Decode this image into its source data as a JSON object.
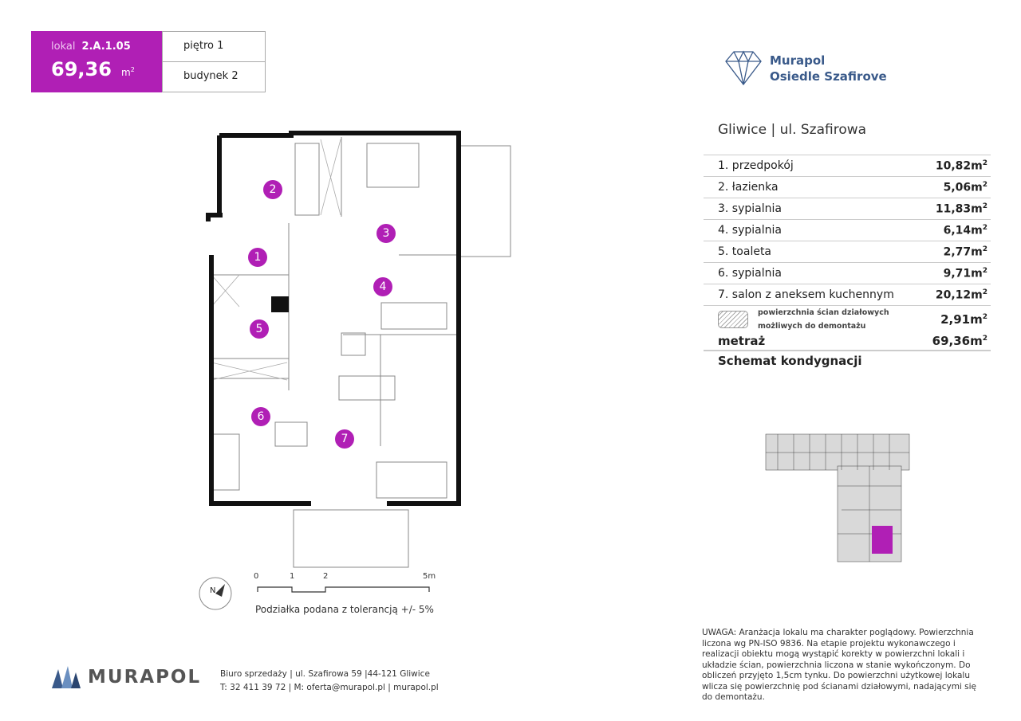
{
  "unit": {
    "label": "lokal",
    "code": "2.A.1.05",
    "area": "69,36",
    "area_unit": "m",
    "area_exp": "2",
    "floor": "piętro 1",
    "building": "budynek 2"
  },
  "brand": {
    "line1": "Murapol",
    "line2": "Osiedle Szafirove"
  },
  "location": "Gliwice | ul. Szafirowa",
  "rooms": [
    {
      "name": "1. przedpokój",
      "area": "10,82m",
      "exp": "2"
    },
    {
      "name": "2. łazienka",
      "area": "5,06m",
      "exp": "2"
    },
    {
      "name": "3. sypialnia",
      "area": "11,83m",
      "exp": "2"
    },
    {
      "name": "4. sypialnia",
      "area": "6,14m",
      "exp": "2"
    },
    {
      "name": "5. toaleta",
      "area": "2,77m",
      "exp": "2"
    },
    {
      "name": "6. sypialnia",
      "area": "9,71m",
      "exp": "2"
    },
    {
      "name": "7. salon z aneksem kuchennym",
      "area": "20,12m",
      "exp": "2"
    }
  ],
  "walls": {
    "label": "powierzchnia ścian działowych możliwych do demontażu",
    "area": "2,91m",
    "exp": "2"
  },
  "total": {
    "label": "metraż",
    "area": "69,36m",
    "exp": "2"
  },
  "schema_title": "Schemat kondygnacji",
  "plan_numbers": [
    "1",
    "2",
    "3",
    "4",
    "5",
    "6",
    "7"
  ],
  "scale": {
    "ticks": [
      "0",
      "1",
      "2",
      "5m"
    ],
    "note": "Podziałka podana z tolerancją +/- 5%",
    "north": "N"
  },
  "note": "UWAGA: Aranżacja lokalu ma charakter poglądowy. Powierzchnia liczona wg PN-ISO 9836. Na etapie projektu wykonawczego i realizacji obiektu mogą wystąpić korekty w powierzchni lokali i układzie ścian, powierzchnia liczona w stanie wykończonym. Do obliczeń przyjęto 1,5cm tynku. Do powierzchni użytkowej lokalu wlicza się powierzchnię pod ścianami działowymi, nadającymi się do demontażu.",
  "footer": {
    "logo": "MURAPOL",
    "contact1": "Biuro sprzedaży | ul. Szafirowa 59 |44-121 Gliwice",
    "contact2": "T: 32 411 39 72 | M: oferta@murapol.pl | murapol.pl"
  },
  "colors": {
    "accent": "#b01fb5",
    "brand": "#3a5a8a"
  }
}
